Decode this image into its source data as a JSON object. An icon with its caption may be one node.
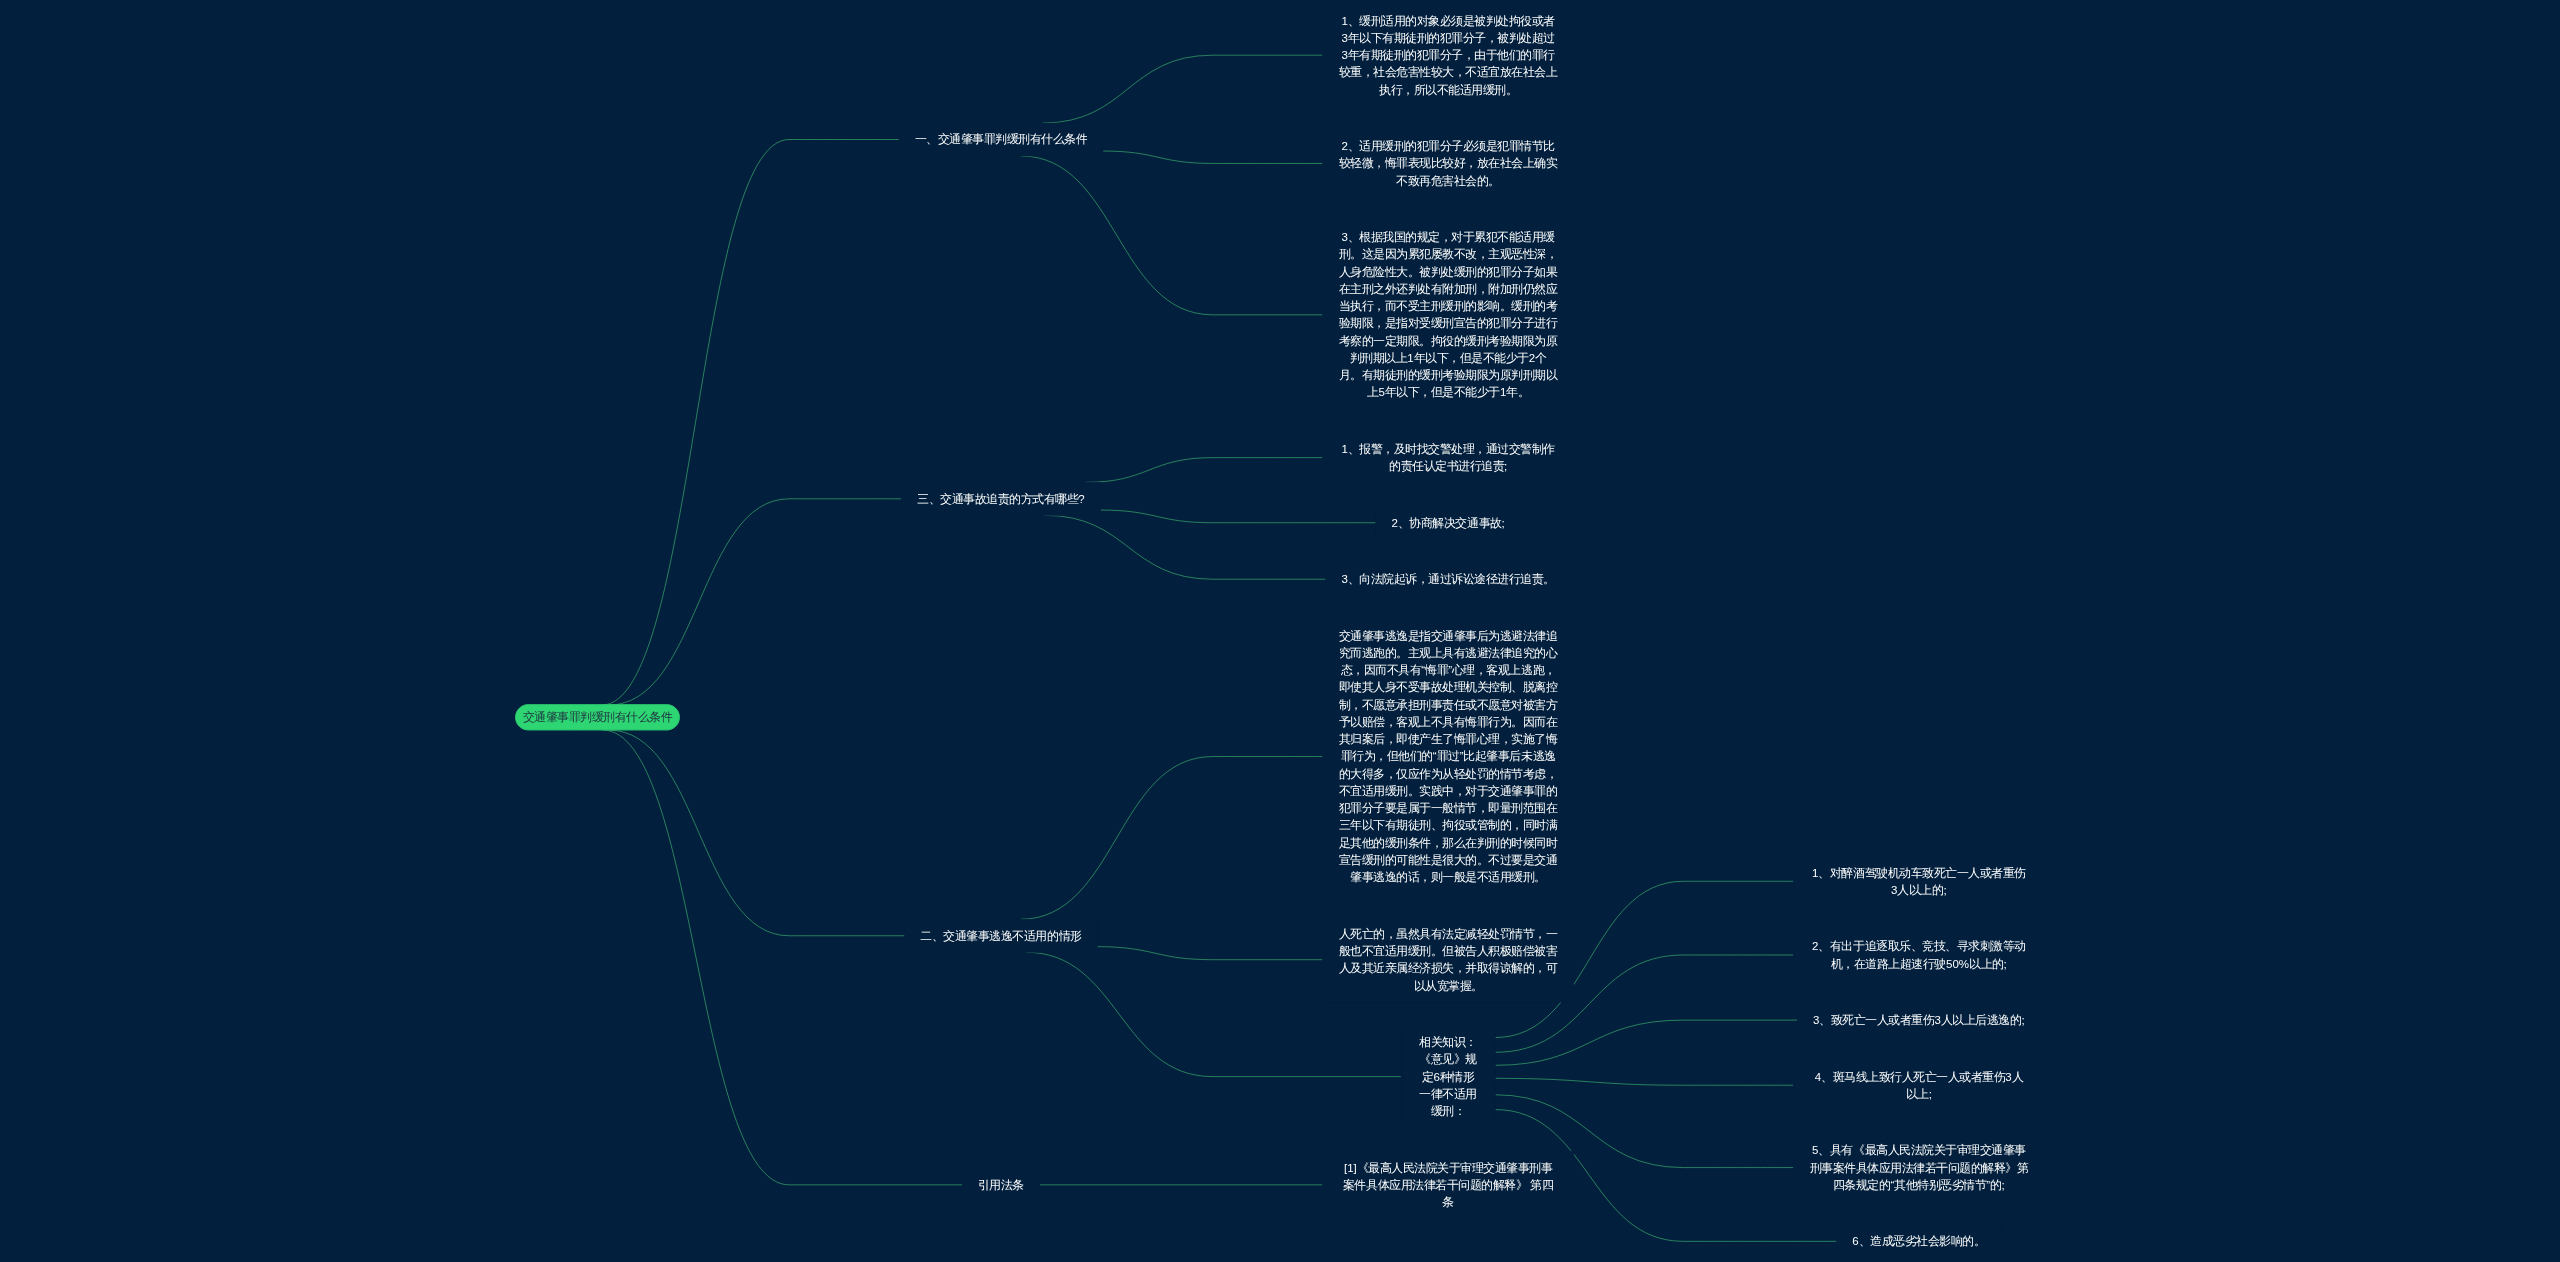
{
  "diagram": {
    "nodes": [
      {
        "text": [
          "交通肇事罪判缓刑有什么条件"
        ]
      },
      {
        "text": [
          "一、交通肇事罪判缓刑有什么条件"
        ]
      },
      {
        "text": [
          "1、缓刑适用的对象必须是被判处拘役或者3年以下有期徒刑的犯罪分子，被判处超过3年有期徒刑的犯罪分子，由于他们的罪行较重，社会危害性较大，不适宜放在社会上执行，所以不能适用缓刑。"
        ]
      },
      {
        "text": [
          "2、适用缓刑的犯罪分子必须是犯罪情节比较轻微，悔罪表现比较好，放在社会上确实不致再危害社会的。"
        ]
      },
      {
        "text": [
          "3、根据我国的规定，对于累犯不能适用缓刑。这是因为累犯屡教不改，主观恶性深，人身危险性大。被判处缓刑的犯罪分子如果在主刑之外还判处有附加刑，附加刑仍然应当执行，而不受主刑缓刑的影响。缓刑的考验期限，是指对受缓刑宣告的犯罪分子进行考察的一定期限。拘役的缓刑考验期限为原判刑期以上1年以下，但是不能少于2个月。有期徒刑的缓刑考验期限为原判刑期以上5年以下，但是不能少于1年。"
        ]
      },
      {
        "text": [
          "三、交通事故追责的方式有哪些?"
        ]
      },
      {
        "text": [
          "1、报警，及时找交警处理，通过交警制作的责任认定书进行追责;"
        ]
      },
      {
        "text": [
          "2、协商解决交通事故;"
        ]
      },
      {
        "text": [
          "3、向法院起诉，通过诉讼途径进行追责。"
        ]
      },
      {
        "text": [
          "二、交通肇事逃逸不适用的情形"
        ]
      },
      {
        "text": [
          "交通肇事逃逸是指交通肇事后为逃避法律追究而逃跑的。主观上具有逃避法律追究的心态，因而不具有“悔罪”心理，客观上逃跑，即使其人身不受事故处理机关控制、脱离控制，不愿意承担刑事责任或不愿意对被害方予以赔偿，客观上不具有悔罪行为。因而在其归案后，即使产生了悔罪心理，实施了悔罪行为，但他们的“罪过”比起肇事后未逃逸的大得多，仅应作为从轻处罚的情节考虑，不宜适用缓刑。实践中，对于交通肇事罪的犯罪分子要是属于一般情节，即量刑范围在三年以下有期徒刑、拘役或管制的，同时满足其他的缓刑条件，那么在判刑的时候同时宣告缓刑的可能性是很大的。不过要是交通肇事逃逸的话，则一般是不适用缓刑。"
        ]
      },
      {
        "text": [
          "人死亡的，虽然具有法定减轻处罚情节，一般也不宜适用缓刑。但被告人积极赔偿被害人及其近亲属经济损失，并取得谅解的，可以从宽掌握。"
        ]
      },
      {
        "text": [
          "相关知识：《意见》规定6种情形一律不适用缓刑："
        ]
      },
      {
        "text": [
          "1、对醉酒驾驶机动车致死亡一人或者重伤3人以上的;"
        ]
      },
      {
        "text": [
          "2、有出于追逐取乐、竞技、寻求刺激等动机，在道路上超速行驶50%以上的;"
        ]
      },
      {
        "text": [
          "3、致死亡一人或者重伤3人以上后逃逸的;"
        ]
      },
      {
        "text": [
          "4、斑马线上致行人死亡一人或者重伤3人以上;"
        ]
      },
      {
        "text": [
          "5、具有《最高人民法院关于审理交通肇事刑事案件具体应用法律若干问题的解释》第四条规定的“其他特别恶劣情节”的;"
        ]
      },
      {
        "text": [
          "6、造成恶劣社会影响的。"
        ]
      },
      {
        "text": [
          "引用法条"
        ]
      },
      {
        "text": [
          "[1]《最高人民法院关于审理交通肇事刑事案件具体应用法律若干问题的解释》 第四条"
        ]
      }
    ],
    "edges": [
      {
        "from": 0,
        "to": 1,
        "arrow": "none"
      },
      {
        "from": 1,
        "to": 2,
        "arrow": "none"
      },
      {
        "from": 1,
        "to": 3,
        "arrow": "none"
      },
      {
        "from": 1,
        "to": 4,
        "arrow": "none"
      },
      {
        "from": 0,
        "to": 5,
        "arrow": "none"
      },
      {
        "from": 5,
        "to": 6,
        "arrow": "none"
      },
      {
        "from": 5,
        "to": 7,
        "arrow": "none"
      },
      {
        "from": 5,
        "to": 8,
        "arrow": "none"
      },
      {
        "from": 0,
        "to": 9,
        "arrow": "none"
      },
      {
        "from": 9,
        "to": 10,
        "arrow": "none"
      },
      {
        "from": 9,
        "to": 11,
        "arrow": "none"
      },
      {
        "from": 9,
        "to": 12,
        "arrow": "none"
      },
      {
        "from": 12,
        "to": 13,
        "arrow": "none"
      },
      {
        "from": 12,
        "to": 14,
        "arrow": "none"
      },
      {
        "from": 12,
        "to": 15,
        "arrow": "none"
      },
      {
        "from": 12,
        "to": 16,
        "arrow": "none"
      },
      {
        "from": 12,
        "to": 17,
        "arrow": "none"
      },
      {
        "from": 12,
        "to": 18,
        "arrow": "none"
      },
      {
        "from": 0,
        "to": 19,
        "arrow": "none"
      },
      {
        "from": 19,
        "to": 20,
        "arrow": "none"
      }
    ]
  }
}
